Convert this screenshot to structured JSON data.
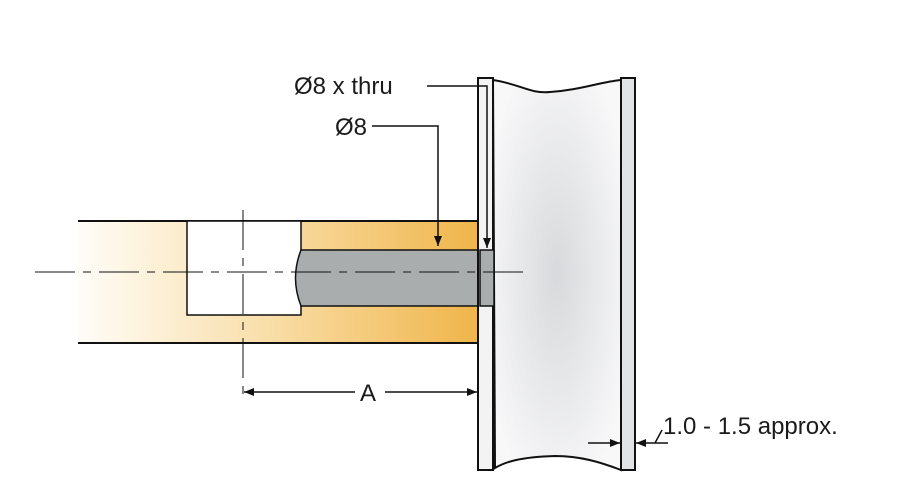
{
  "labels": {
    "hole_thru": "Ø8 x thru",
    "hole": "Ø8",
    "dimension_a": "A",
    "gap": "1.0 - 1.5 approx."
  },
  "colors": {
    "wood": "#f0b54a",
    "rod": "#a9adae",
    "glass": "#e4e5e7",
    "line": "#111111"
  }
}
